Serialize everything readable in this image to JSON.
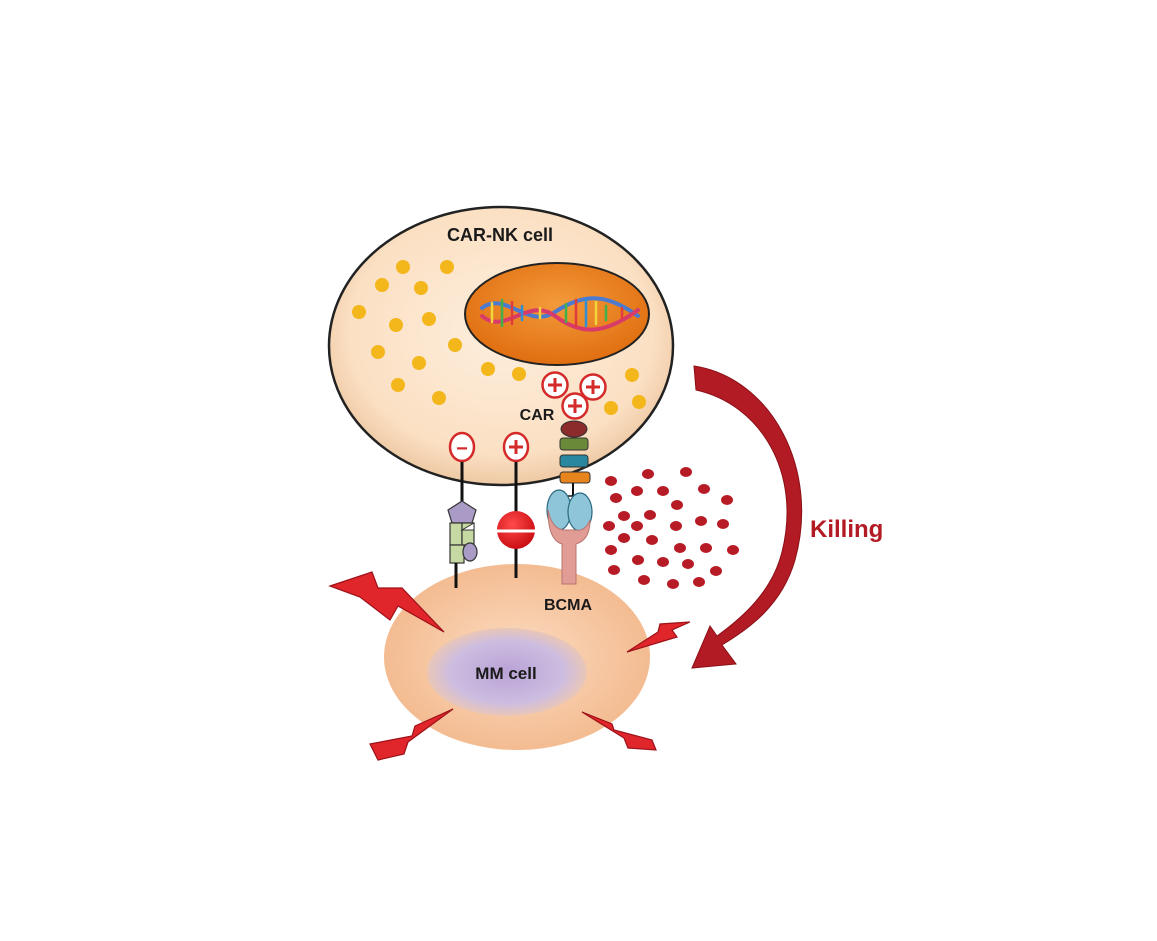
{
  "labels": {
    "nk_cell": "CAR-NK cell",
    "car": "CAR",
    "bcma": "BCMA",
    "mm_cell": "MM cell",
    "killing": "Killing"
  },
  "signs": {
    "inhibitory": "−",
    "activating": "+"
  },
  "colors": {
    "nk_cell_fill": "#fbe3c8",
    "nucleus": "#ee7f1d",
    "granules": "#f2b51e",
    "killing_arrow": "#b31b24",
    "perforin_dots": "#b01a24",
    "mm_cell_fill": "#f6c49e",
    "mm_nucleus": "#c6b3dc",
    "lightning": "#d9252b"
  },
  "icons": [
    "dna-icon",
    "lightning-icon",
    "plus-sign-icon",
    "minus-sign-icon",
    "curved-arrow-icon"
  ]
}
